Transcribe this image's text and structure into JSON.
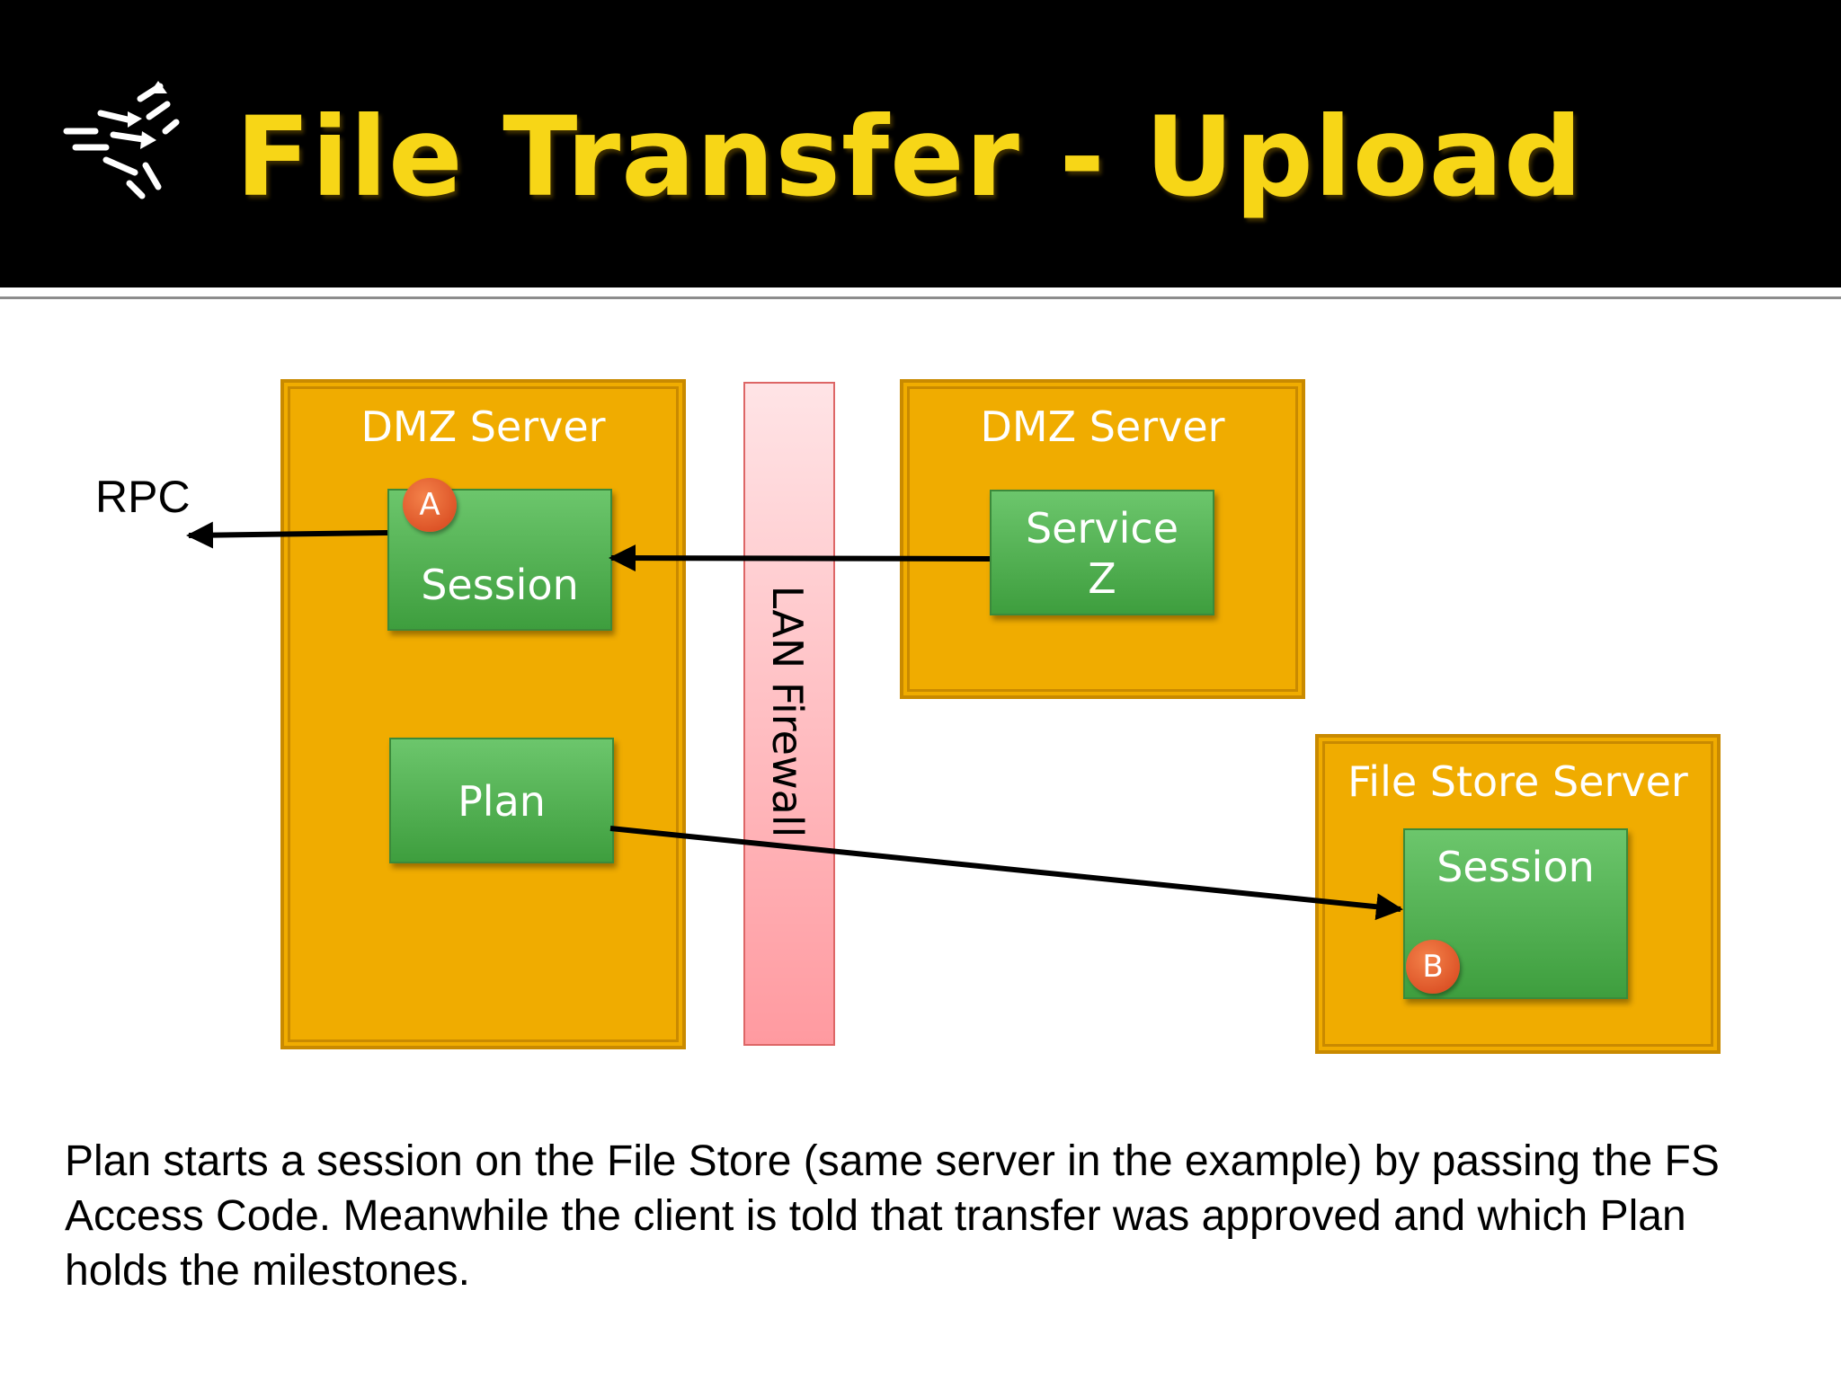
{
  "slide": {
    "title": "File Transfer - Upload",
    "logo_icon": "scattered-arrows-icon"
  },
  "diagram": {
    "dmz_server_left": {
      "title": "DMZ Server",
      "session_box": "Session",
      "plan_box": "Plan",
      "badge": "A"
    },
    "dmz_server_right": {
      "title": "DMZ Server",
      "service_line1": "Service",
      "service_line2": "Z"
    },
    "firewall_label": "LAN Firewall",
    "file_store_server": {
      "title": "File Store Server",
      "session_box": "Session",
      "badge": "B"
    },
    "rpc_label": "RPC",
    "colors": {
      "server": "#f0ac00",
      "box": "#4caf50",
      "badge": "#e05a2a",
      "firewall": "#ffb3b8",
      "title": "#f7d617"
    }
  },
  "caption": "Plan starts a session on the File Store (same server in the example) by passing the FS Access Code.  Meanwhile the client is told that transfer was approved and which Plan holds the milestones."
}
